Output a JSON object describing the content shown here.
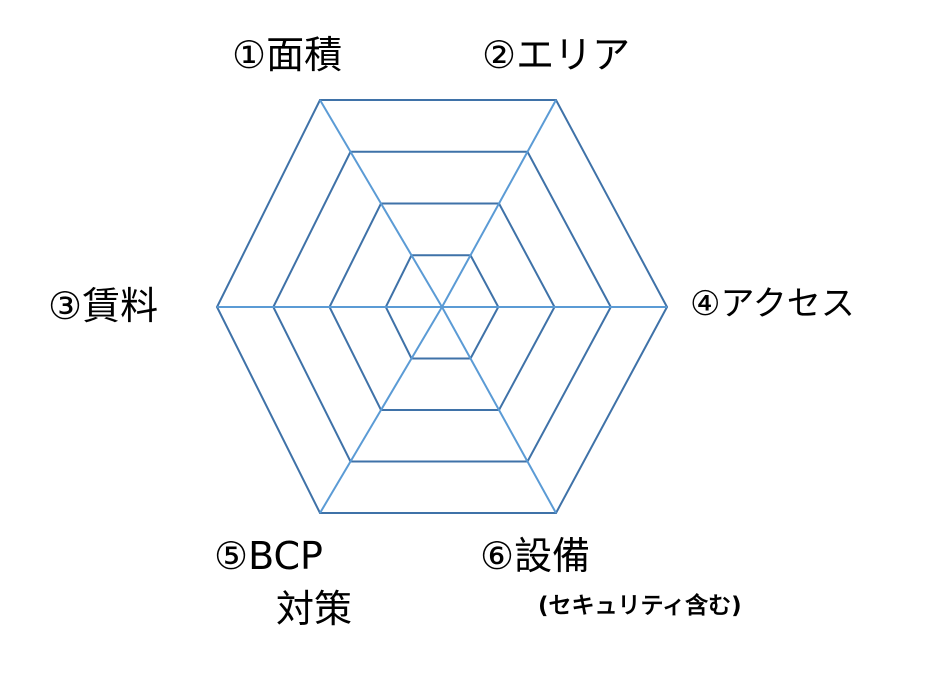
{
  "diagram": {
    "type": "radar-grid",
    "levels": 4,
    "axes": [
      {
        "label": "①面積"
      },
      {
        "label": "②エリア"
      },
      {
        "label": "④アクセス"
      },
      {
        "label": "⑥設備",
        "sublabel": "(セキュリティ含む)"
      },
      {
        "label": "⑤BCP",
        "label2": "対策"
      },
      {
        "label": "③賃料"
      }
    ],
    "colors": {
      "rings": "#3f72a8",
      "spokes": "#5b9bd5"
    }
  }
}
